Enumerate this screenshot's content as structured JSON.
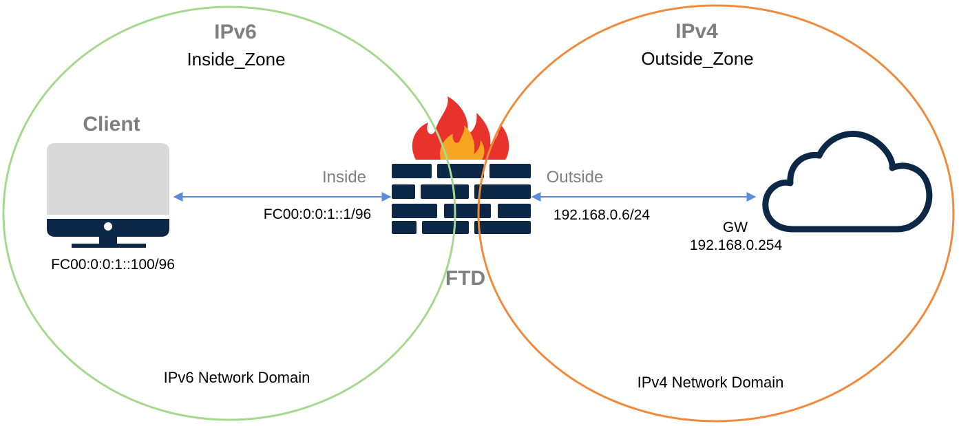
{
  "colors": {
    "inside_circle": "#a6d88f",
    "outside_circle": "#f08a3c",
    "link": "#5b8bd9",
    "firewall_brick": "#0d2747",
    "flame_outer": "#e8322b",
    "flame_inner": "#f6a623",
    "cloud": "#0d2747",
    "monitor": "#d9d9d9"
  },
  "inside_zone": {
    "protocol": "IPv6",
    "name": "Inside_Zone",
    "domain": "IPv6 Network Domain"
  },
  "outside_zone": {
    "protocol": "IPv4",
    "name": "Outside_Zone",
    "domain": "IPv4 Network Domain"
  },
  "client": {
    "label": "Client",
    "address": "FC00:0:0:1::100/96",
    "icon": "desktop-monitor-icon"
  },
  "firewall": {
    "label": "FTD",
    "icon": "firewall-icon",
    "inside_interface": "Inside",
    "inside_address": "FC00:0:0:1::1/96",
    "outside_interface": "Outside",
    "outside_address": "192.168.0.6/24"
  },
  "gateway": {
    "label": "GW",
    "address": "192.168.0.254",
    "icon": "cloud-icon"
  }
}
